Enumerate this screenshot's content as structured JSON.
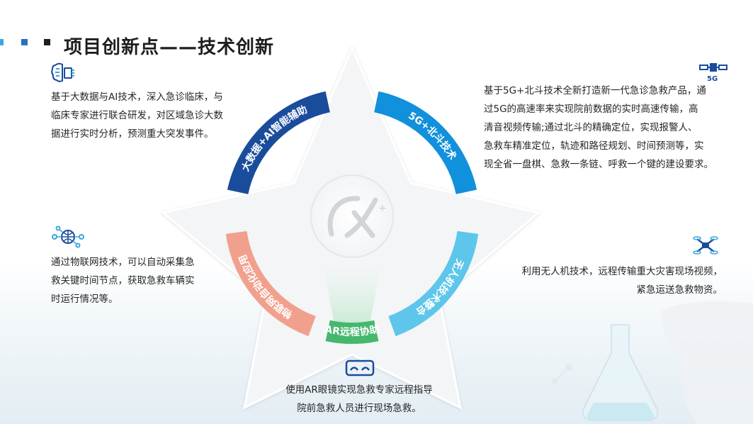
{
  "title": "项目创新点——技术创新",
  "colors": {
    "accent_dark": "#1a4c9c",
    "accent_blue": "#1190dc",
    "accent_light": "#5ec6ea",
    "green": "#45b86e",
    "salmon": "#f2a08e"
  },
  "segments": [
    {
      "label": "大数据+AI智能辅助",
      "color": "#1a4c9c"
    },
    {
      "label": "5G+北斗技术",
      "color": "#1190dc"
    },
    {
      "label": "无人机技术整合",
      "color": "#5ec6ea"
    },
    {
      "label": "AR远程协助",
      "color": "#45b86e"
    },
    {
      "label": "物联网自动化应用",
      "color": "#f2a08e"
    }
  ],
  "blocks": {
    "bigdata": {
      "icon": "brain-chip-icon",
      "lines": [
        "基于大数据与AI技术，深入急诊临床，与",
        "临床专家进行联合研发，对区域急诊大数",
        "据进行实时分析，预测重大突发事件。"
      ]
    },
    "g5": {
      "icon": "satellite-5g-icon",
      "icon_text": "5G",
      "lines": [
        "基于5G+北斗技术全新打造新一代急诊急救产品，通",
        "过5G的高速率来实现院前数据的实时高速传输，高",
        "清音视频传输;通过北斗的精确定位，实现报警人、",
        "急救车精准定位，轨迹和路径规划、时间预测等，实",
        "现全省一盘棋、急救一条链、呼救一个键的建设要求。"
      ]
    },
    "iot": {
      "icon": "globe-network-icon",
      "lines": [
        "通过物联网技术，可以自动采集急",
        "救关键时间节点，获取急救车辆实",
        "时运行情况等。"
      ]
    },
    "drone": {
      "icon": "drone-icon",
      "lines": [
        "利用无人机技术，远程传输重大灾害现场视频，",
        "紧急运送急救物资。"
      ]
    },
    "ar": {
      "icon": "vr-glasses-icon",
      "lines": [
        "使用AR眼镜实现急救专家远程指导",
        "院前急救人员进行现场急救。"
      ]
    }
  }
}
